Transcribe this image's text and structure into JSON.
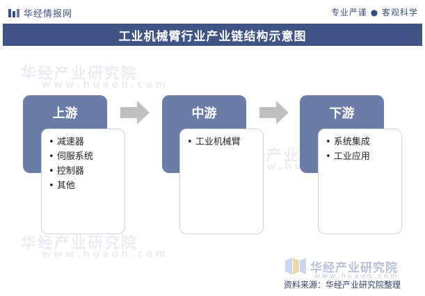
{
  "header": {
    "brand": "华经情报网",
    "tagline": "专业严谨 ● 客观科学"
  },
  "title": "工业机械臂行业产业链结构示意图",
  "watermark": {
    "text_cn": "华经产业研究院",
    "text_en": "www.huaon.com"
  },
  "stages": [
    {
      "label": "上游",
      "items": [
        "减速器",
        "伺服系统",
        "控制器",
        "其他"
      ]
    },
    {
      "label": "中游",
      "items": [
        "工业机械臂"
      ]
    },
    {
      "label": "下游",
      "items": [
        "系统集成",
        "工业应用"
      ]
    }
  ],
  "footer": {
    "logo_text": "华经产业研究院",
    "logo_sub": "www.huaon.com",
    "source": "资料来源：华经产业研究院整理"
  },
  "colors": {
    "title_band": "#3f5484",
    "stage_header": "#6b7ca6",
    "arrow": "#bfbfbf"
  }
}
